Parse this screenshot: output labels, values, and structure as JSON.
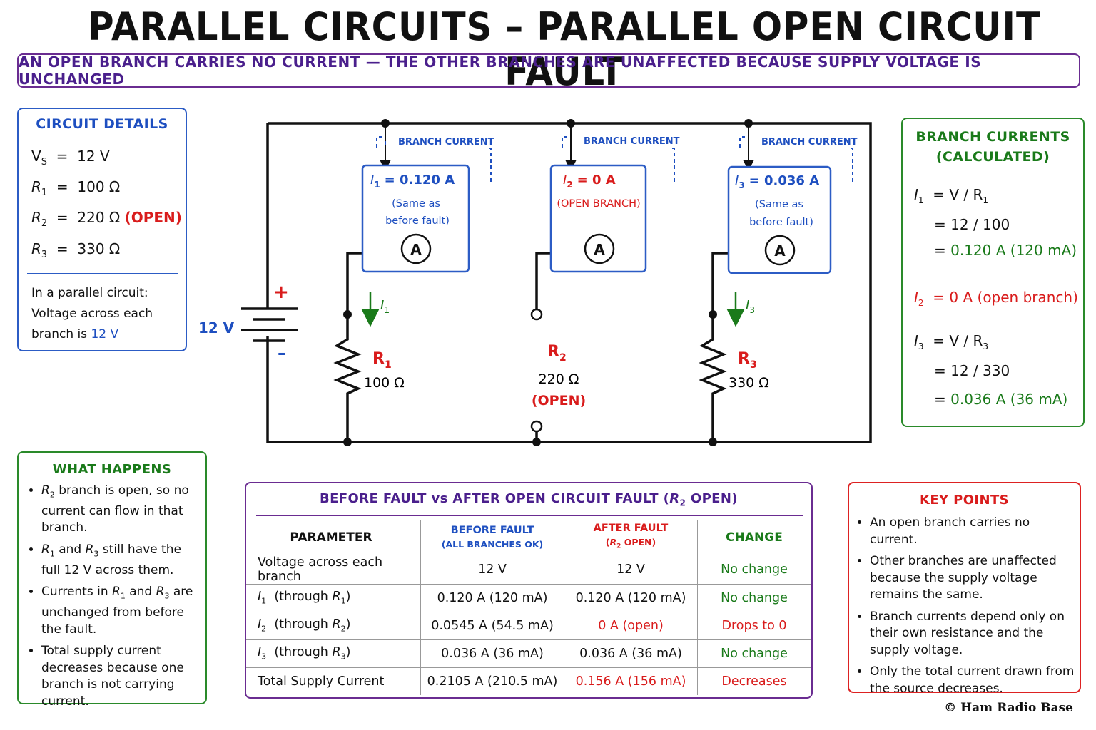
{
  "title": "PARALLEL CIRCUITS – PARALLEL OPEN CIRCUIT FAULT",
  "banner": "AN OPEN BRANCH CARRIES NO CURRENT — THE OTHER BRANCHES ARE UNAFFECTED BECAUSE SUPPLY VOLTAGE IS UNCHANGED",
  "details": {
    "title": "CIRCUIT DETAILS",
    "vs": "12 V",
    "r1": "100 Ω",
    "r2": "220 Ω",
    "r2_flag": "(OPEN)",
    "r3": "330 Ω",
    "note_1": "In a parallel circuit:",
    "note_2": "Voltage across each",
    "note_3": "branch is",
    "note_value": "12 V"
  },
  "circuit": {
    "battery_label": "12 V",
    "plus": "+",
    "minus": "–",
    "branch_current_label": "BRANCH CURRENT",
    "meter_symbol": "A",
    "m1_value": "= 0.120 A",
    "m1_note_1": "(Same as",
    "m1_note_2": "before fault)",
    "m2_value": "= 0 A",
    "m2_note": "(OPEN BRANCH)",
    "m3_value": "= 0.036 A",
    "m3_note_1": "(Same as",
    "m3_note_2": "before fault)",
    "r1_value": "100 Ω",
    "r2_value": "220 Ω",
    "r2_open": "(OPEN)",
    "r3_value": "330 Ω"
  },
  "calculated": {
    "title_1": "BRANCH CURRENTS",
    "title_2": "(CALCULATED)",
    "i1_formula": "= V / R",
    "i1_sub": "= 12 / 100",
    "i1_result": "0.120 A (120 mA)",
    "i2_result": "0 A (open branch)",
    "i3_formula": "= V / R",
    "i3_sub": "= 12 / 330",
    "i3_result": "0.036 A (36 mA)"
  },
  "what_happens": {
    "title": "WHAT HAPPENS",
    "b1": "branch is open, so no current can flow in that branch.",
    "b2a": "and",
    "b2b": "still have the full 12 V across them.",
    "b3a": "Currents in",
    "b3b": "and",
    "b3c": "are unchanged from before the fault.",
    "b4": "Total supply current decreases because one branch is not carrying current."
  },
  "comparison": {
    "title": "BEFORE FAULT vs AFTER OPEN CIRCUIT FAULT (",
    "title_open": "OPEN)",
    "headers": {
      "parameter": "PARAMETER",
      "before": "BEFORE FAULT",
      "before_sub": "(ALL BRANCHES OK)",
      "after": "AFTER FAULT",
      "after_sub": "OPEN)",
      "change": "CHANGE"
    },
    "rows": [
      {
        "param": "Voltage across each branch",
        "before": "12 V",
        "after": "12 V",
        "change": "No change"
      },
      {
        "param": "(through",
        "before": "0.120 A (120 mA)",
        "after": "0.120 A (120 mA)",
        "change": "No change"
      },
      {
        "param": "(through",
        "before": "0.0545 A (54.5 mA)",
        "after": "0 A (open)",
        "change": "Drops to 0"
      },
      {
        "param": "(through",
        "before": "0.036 A (36 mA)",
        "after": "0.036 A (36 mA)",
        "change": "No change"
      },
      {
        "param": "Total Supply Current",
        "before": "0.2105 A (210.5 mA)",
        "after": "0.156 A (156 mA)",
        "change": "Decreases"
      }
    ]
  },
  "key_points": {
    "title": "KEY POINTS",
    "p1": "An open branch carries no current.",
    "p2": "Other branches are unaffected because the supply voltage remains the same.",
    "p3": "Branch currents depend only on their own resistance and the supply voltage.",
    "p4": "Only the total current drawn from the source decreases."
  },
  "copyright": "© Ham Radio Base",
  "colors": {
    "red": "#d91c1c",
    "green": "#1a7a1a",
    "blue": "#1e4fc0",
    "purple": "#4a1f8c"
  }
}
